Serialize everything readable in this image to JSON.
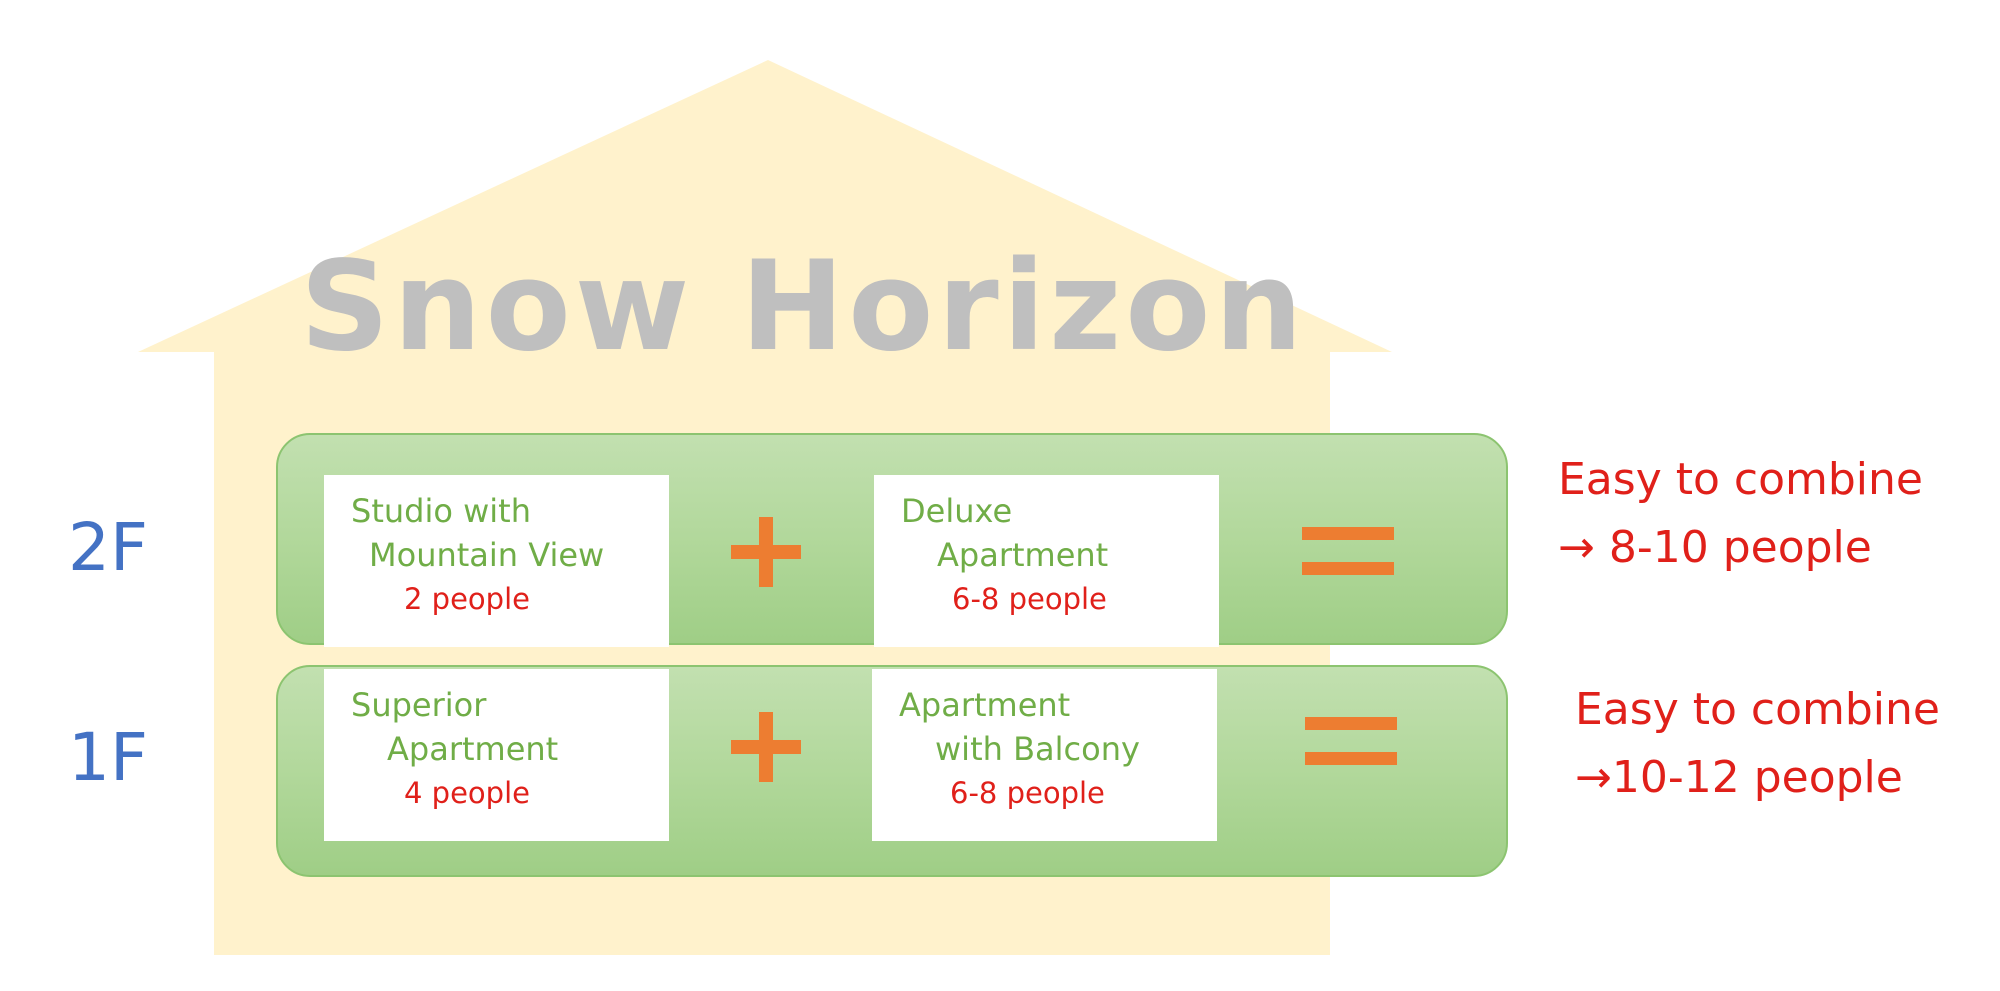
{
  "title": "Snow Horizon",
  "colors": {
    "house": "#fff2cc",
    "floor_band": "#a9d18e",
    "room_name": "#70ad47",
    "capacity": "#e0201a",
    "operator": "#ed7d31",
    "floor_label": "#4472c4",
    "title": "#bfbfbf"
  },
  "floors": [
    {
      "label": "2F",
      "rooms": [
        {
          "name_lines": [
            "Studio with",
            "Mountain View"
          ],
          "capacity": "2 people"
        },
        {
          "name_lines": [
            "Deluxe",
            "Apartment"
          ],
          "capacity": "6-8 people"
        }
      ],
      "operator_plus": "plus-icon",
      "operator_equals": "equals-icon",
      "result_lines": [
        "Easy to combine",
        "→ 8-10 people"
      ]
    },
    {
      "label": "1F",
      "rooms": [
        {
          "name_lines": [
            "Superior",
            "Apartment"
          ],
          "capacity": "4 people"
        },
        {
          "name_lines": [
            "Apartment",
            "with Balcony"
          ],
          "capacity": "6-8 people"
        }
      ],
      "operator_plus": "plus-icon",
      "operator_equals": "equals-icon",
      "result_lines": [
        "Easy to combine",
        "→10-12 people"
      ]
    }
  ]
}
